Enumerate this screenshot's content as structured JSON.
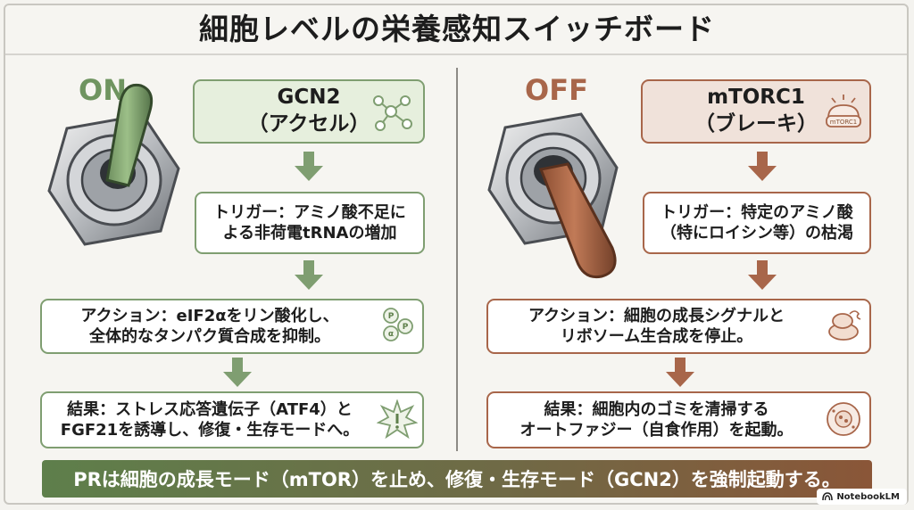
{
  "title": "細胞レベルの栄養感知スイッチボード",
  "left": {
    "state": "ON",
    "head_line1": "GCN2",
    "head_line2": "（アクセル）",
    "trigger_line1": "トリガー：アミノ酸不足に",
    "trigger_line2": "よる非荷電tRNAの増加",
    "action_line1": "アクション：eIF2αをリン酸化し、",
    "action_line2": "全体的なタンパク質合成を抑制。",
    "result_line1": "結果：ストレス応答遺伝子（ATF4）と",
    "result_line2": "FGF21を誘導し、修復・生存モードへ。",
    "icon_labels": [
      "P",
      "α",
      "P"
    ]
  },
  "right": {
    "state": "OFF",
    "head_line1": "mTORC1",
    "head_line2": "（ブレーキ）",
    "head_icon_label": "mTORC1",
    "trigger_line1": "トリガー：特定のアミノ酸",
    "trigger_line2": "（特にロイシン等）の枯渇",
    "action_line1": "アクション：細胞の成長シグナルと",
    "action_line2": "リボソーム生合成を停止。",
    "result_line1": "結果：細胞内のゴミを清掃する",
    "result_line2": "オートファジー（自食作用）を起動。"
  },
  "banner": "PRは細胞の成長モード（mTOR）を止め、修復・生存モード（GCN2）を強制起動する。",
  "badge": "NotebookLM",
  "colors": {
    "green": "#7f9e71",
    "green_dark": "#5e7f4b",
    "brown": "#a8664a",
    "brown_dark": "#8a5638"
  }
}
